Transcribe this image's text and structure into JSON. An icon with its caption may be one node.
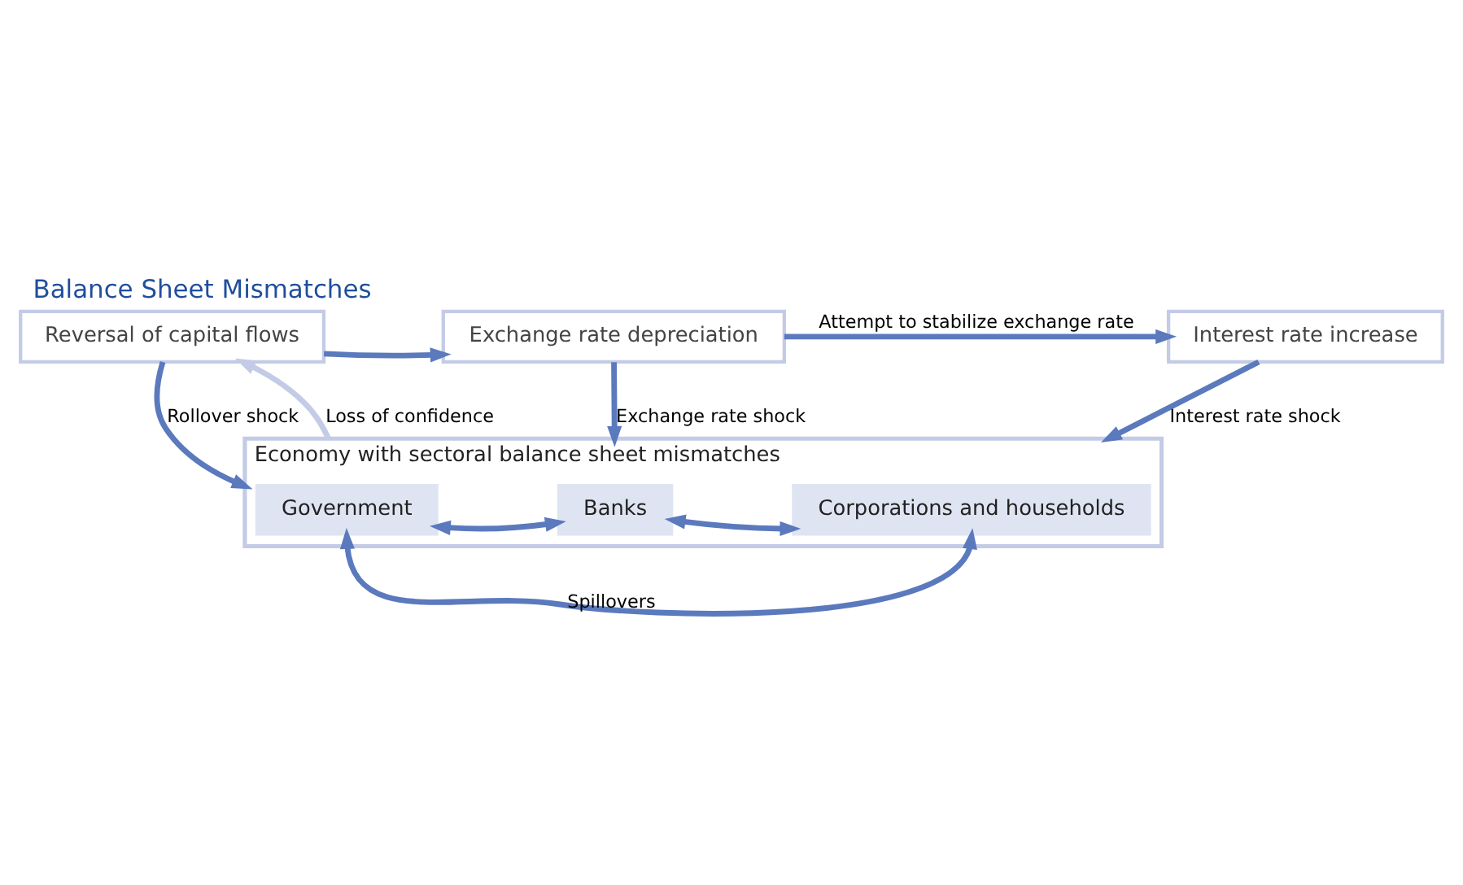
{
  "diagram": {
    "title": "Balance Sheet Mismatches",
    "nodes": [
      {
        "text": [
          "Reversal of capital flows"
        ]
      },
      {
        "text": [
          "Exchange rate depreciation"
        ]
      },
      {
        "text": [
          "Interest rate increase"
        ]
      },
      {
        "text": [
          "Economy with sectoral balance sheet mismatches"
        ]
      },
      {
        "text": [
          "Government"
        ],
        "in": 3
      },
      {
        "text": [
          "Banks"
        ],
        "in": 3
      },
      {
        "text": [
          "Corporations and households"
        ],
        "in": 3
      }
    ],
    "edges": [
      {
        "from": 0,
        "to": 1,
        "arrow": "to"
      },
      {
        "from": 1,
        "to": 2,
        "arrow": "to",
        "label": "Attempt to stabilize exchange rate"
      },
      {
        "from": 0,
        "to": 3,
        "arrow": "to",
        "label": "Rollover shock"
      },
      {
        "from": 3,
        "to": 0,
        "arrow": "to",
        "label": "Loss of confidence",
        "color": "#c3cbe6"
      },
      {
        "from": 1,
        "to": 3,
        "arrow": "to",
        "label": "Exchange rate shock"
      },
      {
        "from": 2,
        "to": 3,
        "arrow": "to",
        "label": "Interest rate shock"
      },
      {
        "from": 4,
        "to": 5,
        "arrow": "both"
      },
      {
        "from": 5,
        "to": 6,
        "arrow": "both"
      },
      {
        "from": 4,
        "to": 6,
        "arrow": "both",
        "label": "Spillovers"
      }
    ]
  }
}
